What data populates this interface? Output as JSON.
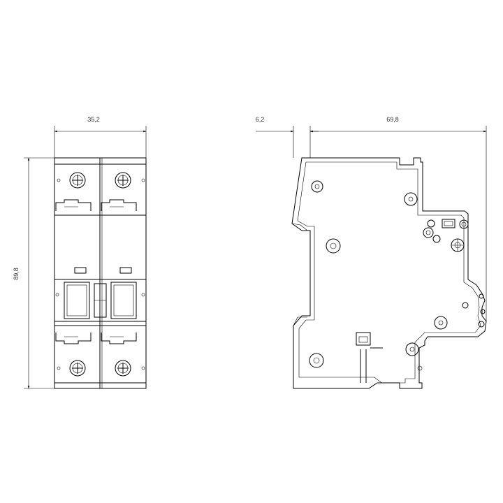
{
  "dimensions": {
    "front_width": "35,2",
    "front_height": "89,8",
    "side_offset": "6,2",
    "side_depth": "69,8"
  }
}
